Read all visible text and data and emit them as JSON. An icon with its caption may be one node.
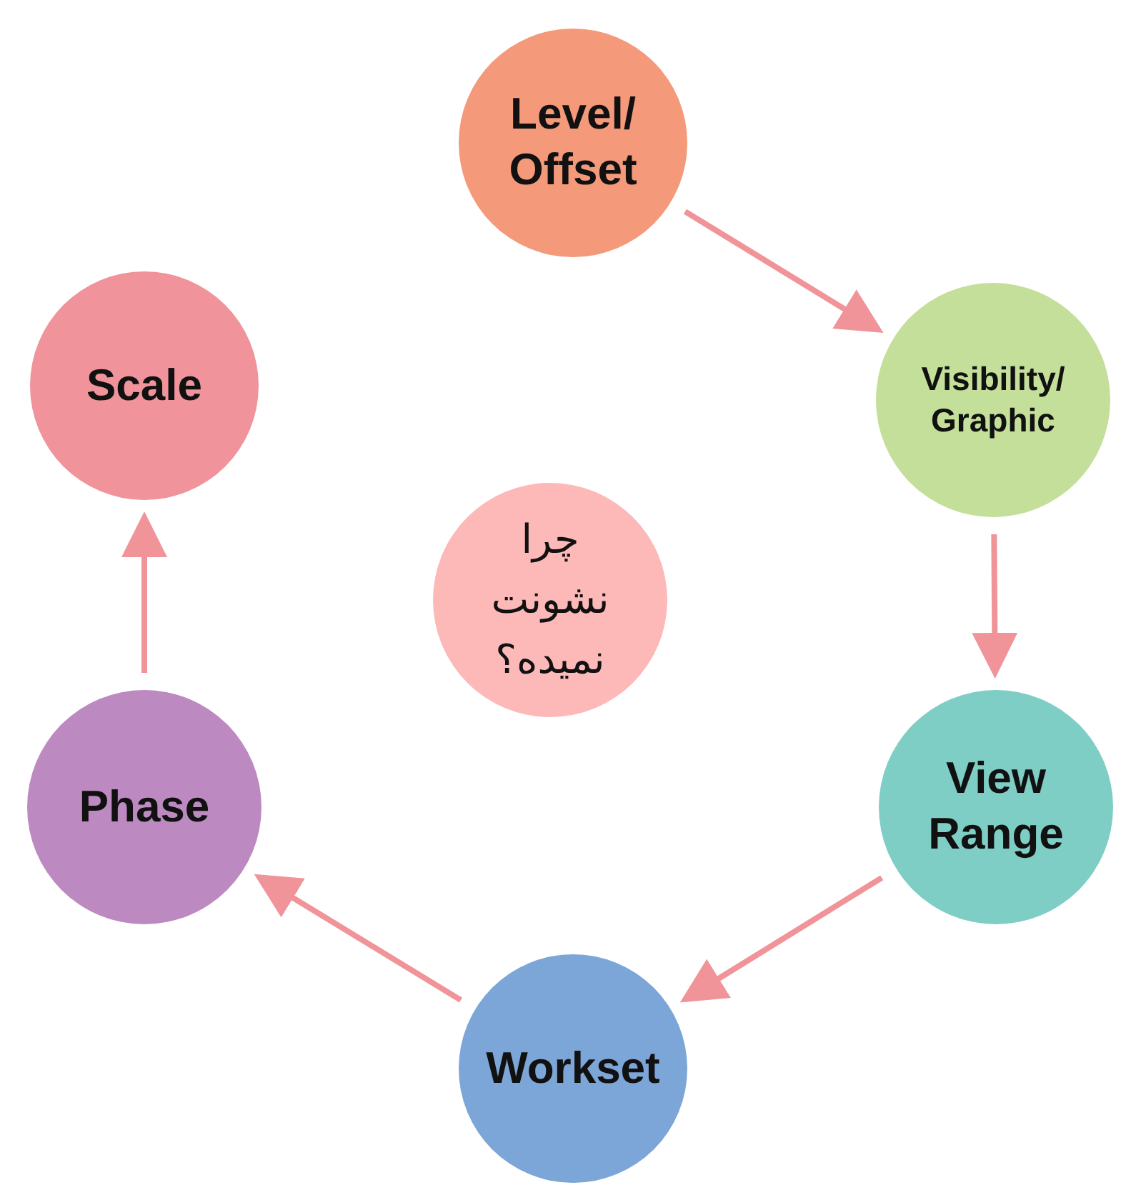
{
  "diagram": {
    "nodes": [
      {
        "text": [
          "Level/ Offset"
        ]
      },
      {
        "text": [
          "Scale"
        ]
      },
      {
        "text": [
          "Visibility/ Graphic"
        ]
      },
      {
        "text": [
          "چرا نشونت نمیده؟"
        ]
      },
      {
        "text": [
          "Phase"
        ]
      },
      {
        "text": [
          "View Range"
        ]
      },
      {
        "text": [
          "Workset"
        ]
      }
    ],
    "edges": [
      {
        "from": 0,
        "to": 2,
        "arrow": "to"
      },
      {
        "from": 2,
        "to": 5,
        "arrow": "to"
      },
      {
        "from": 5,
        "to": 6,
        "arrow": "to"
      },
      {
        "from": 6,
        "to": 4,
        "arrow": "to"
      },
      {
        "from": 4,
        "to": 1,
        "arrow": "to"
      }
    ]
  }
}
